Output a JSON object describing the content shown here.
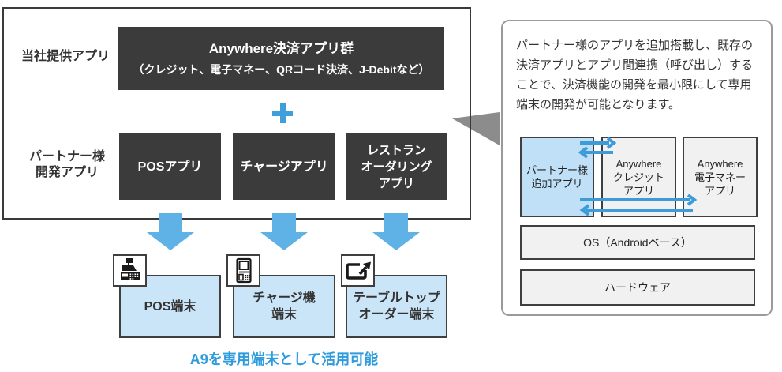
{
  "left_diagram": {
    "provider_label": "当社提供アプリ",
    "anywhere_box": {
      "title": "Anywhere決済アプリ群",
      "subtitle": "（クレジット、電子マネー、QRコード決済、J-Debitなど）"
    },
    "plus": "+",
    "partner_label": {
      "line1": "パートナー様",
      "line2": "開発アプリ"
    },
    "apps": [
      {
        "lines": [
          "POSアプリ"
        ]
      },
      {
        "lines": [
          "チャージアプリ"
        ]
      },
      {
        "lines": [
          "レストラン",
          "オーダリング",
          "アプリ"
        ]
      }
    ]
  },
  "terminals": [
    {
      "icon": "pos-register-icon",
      "lines": [
        "POS端末"
      ]
    },
    {
      "icon": "charge-kiosk-icon",
      "lines": [
        "チャージ機",
        "端末"
      ]
    },
    {
      "icon": "tabletop-order-icon",
      "lines": [
        "テーブルトップ",
        "オーダー端末"
      ]
    }
  ],
  "caption": "A9を専用端末として活用可能",
  "callout": {
    "description": [
      "パートナー様のアプリを追加搭載し、既存の",
      "決済アプリとアプリ間連携（呼び出し）する",
      "ことで、決済機能の開発を最小限にして専用",
      "端末の開発が可能となります。"
    ],
    "stack": {
      "partner_app": [
        "パートナー様",
        "追加アプリ"
      ],
      "credit_app": [
        "Anywhere",
        "クレジット",
        "アプリ"
      ],
      "emoney_app": [
        "Anywhere",
        "電子マネー",
        "アプリ"
      ],
      "os": "OS（Androidベース）",
      "hardware": "ハードウェア"
    }
  },
  "colors": {
    "dark_box": "#3B3B3B",
    "accent_blue": "#3E9FDB",
    "big_arrow_blue": "#5FB2E6",
    "small_arrow_blue": "#3E9BD9",
    "terminal_fill": "#CBE5F8",
    "partner_app_fill": "#BFE0F6",
    "gray_fill": "#F1F1F1",
    "caption_blue": "#2E9BDC",
    "callout_gray": "#8C8C8C"
  }
}
